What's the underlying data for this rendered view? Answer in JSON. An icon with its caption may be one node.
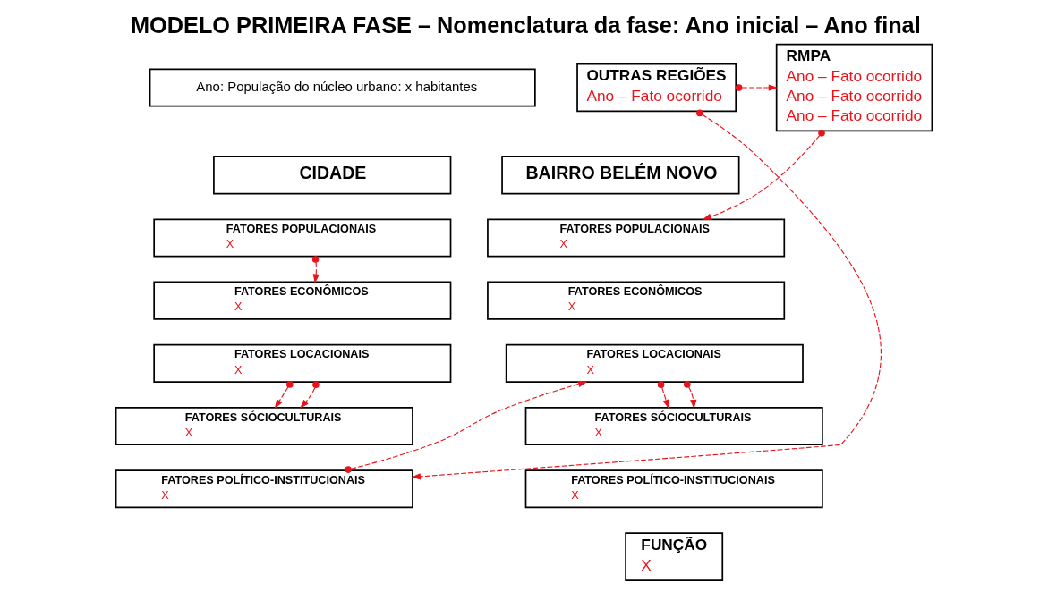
{
  "diagram": {
    "title": "MODELO PRIMEIRA FASE – Nomenclatura da fase: Ano inicial – Ano final",
    "nodes": [
      {
        "text": [
          "Ano: População do núcleo urbano: x habitantes"
        ]
      },
      {
        "text": [
          "RMPA",
          "Ano – Fato ocorrido",
          "Ano – Fato ocorrido",
          "Ano – Fato ocorrido"
        ]
      },
      {
        "text": [
          "OUTRAS REGIÕES",
          "Ano – Fato ocorrido"
        ]
      },
      {
        "text": [
          "CIDADE"
        ]
      },
      {
        "text": [
          "BAIRRO BELÉM NOVO"
        ]
      },
      {
        "text": [
          "FATORES POPULACIONAIS",
          "X"
        ]
      },
      {
        "text": [
          "FATORES ECONÔMICOS",
          "X"
        ]
      },
      {
        "text": [
          "FATORES LOCACIONAIS",
          "X"
        ]
      },
      {
        "text": [
          "FATORES SÓCIOCULTURAIS",
          "X"
        ]
      },
      {
        "text": [
          "FATORES POLÍTICO-INSTITUCIONAIS",
          "X"
        ]
      },
      {
        "text": [
          "FATORES POPULACIONAIS",
          "X"
        ]
      },
      {
        "text": [
          "FATORES ECONÔMICOS",
          "X"
        ]
      },
      {
        "text": [
          "FATORES LOCACIONAIS",
          "X"
        ]
      },
      {
        "text": [
          "FATORES SÓCIOCULTURAIS",
          "X"
        ]
      },
      {
        "text": [
          "FATORES POLÍTICO-INSTITUCIONAIS",
          "X"
        ]
      },
      {
        "text": [
          "FUNÇÃO",
          "X"
        ]
      }
    ],
    "edges": [
      {
        "from": 5,
        "to": 6,
        "arrow": "to",
        "style": "dashed",
        "color": "#e8141b"
      },
      {
        "from": 7,
        "to": 8,
        "arrow": "to",
        "style": "dashed",
        "color": "#e8141b"
      },
      {
        "from": 7,
        "to": 8,
        "arrow": "to",
        "style": "dashed",
        "color": "#e8141b"
      },
      {
        "from": 9,
        "to": 12,
        "arrow": "to",
        "style": "dashed",
        "color": "#e8141b"
      },
      {
        "from": 12,
        "to": 13,
        "arrow": "to",
        "style": "dashed",
        "color": "#e8141b"
      },
      {
        "from": 12,
        "to": 13,
        "arrow": "to",
        "style": "dashed",
        "color": "#e8141b"
      },
      {
        "from": 1,
        "to": 10,
        "arrow": "to",
        "style": "dashed",
        "color": "#e8141b"
      },
      {
        "from": 2,
        "to": 1,
        "arrow": "to",
        "style": "dashed",
        "color": "#e8141b"
      },
      {
        "from": 2,
        "to": 9,
        "arrow": "to",
        "style": "dashed",
        "color": "#e8141b"
      }
    ]
  }
}
